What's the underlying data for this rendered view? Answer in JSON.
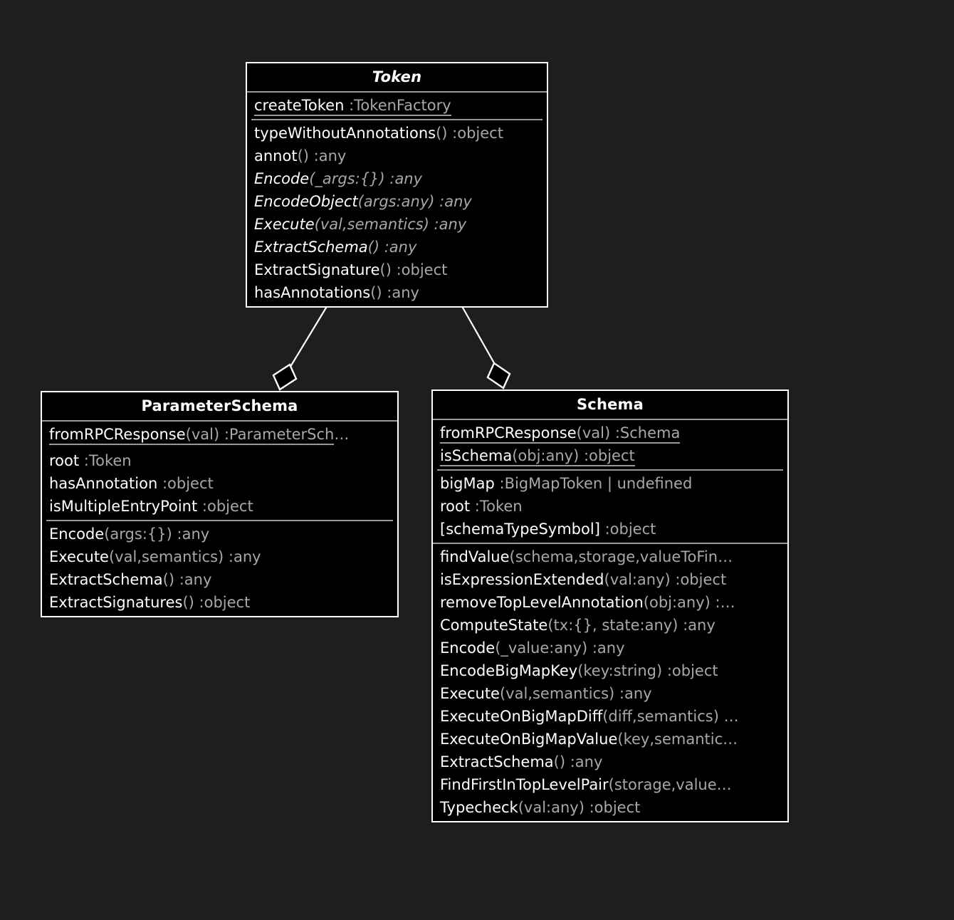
{
  "diagram": {
    "type": "uml-class-diagram",
    "background": "#1e1e1e",
    "box_fill": "#000000",
    "border_color": "#ffffff",
    "separator_color": "#9a9a9a",
    "type_text_color": "#a8a8a8"
  },
  "classes": {
    "token": {
      "name": "Token",
      "abstract": true,
      "attributes": [
        {
          "name": "createToken",
          "type": " :TokenFactory",
          "static": true,
          "abstract": false
        }
      ],
      "methods": [
        {
          "name": "typeWithoutAnnotations",
          "type": "() :object",
          "static": false,
          "abstract": false
        },
        {
          "name": "annot",
          "type": "() :any",
          "static": false,
          "abstract": false
        },
        {
          "name": "Encode",
          "type": "(_args:{}) :any",
          "static": false,
          "abstract": true
        },
        {
          "name": "EncodeObject",
          "type": "(args:any) :any",
          "static": false,
          "abstract": true
        },
        {
          "name": "Execute",
          "type": "(val,semantics) :any",
          "static": false,
          "abstract": true
        },
        {
          "name": "ExtractSchema",
          "type": "() :any",
          "static": false,
          "abstract": true
        },
        {
          "name": "ExtractSignature",
          "type": "() :object",
          "static": false,
          "abstract": false
        },
        {
          "name": "hasAnnotations",
          "type": "() :any",
          "static": false,
          "abstract": false
        }
      ]
    },
    "parameter_schema": {
      "name": "ParameterSchema",
      "abstract": false,
      "statics": [
        {
          "name": "fromRPCResponse",
          "type": "(val) :ParameterSch",
          "ellipsis": "…",
          "static": true,
          "abstract": false
        }
      ],
      "attributes": [
        {
          "name": "root",
          "type": " :Token",
          "static": false,
          "abstract": false
        },
        {
          "name": "hasAnnotation",
          "type": " :object",
          "static": false,
          "abstract": false
        },
        {
          "name": "isMultipleEntryPoint",
          "type": " :object",
          "static": false,
          "abstract": false
        }
      ],
      "methods": [
        {
          "name": "Encode",
          "type": "(args:{}) :any",
          "static": false,
          "abstract": false
        },
        {
          "name": "Execute",
          "type": "(val,semantics) :any",
          "static": false,
          "abstract": false
        },
        {
          "name": "ExtractSchema",
          "type": "() :any",
          "static": false,
          "abstract": false
        },
        {
          "name": "ExtractSignatures",
          "type": "() :object",
          "static": false,
          "abstract": false
        }
      ]
    },
    "schema": {
      "name": "Schema",
      "abstract": false,
      "statics": [
        {
          "name": "fromRPCResponse",
          "type": "(val) :Schema",
          "static": true,
          "abstract": false
        },
        {
          "name": "isSchema",
          "type": "(obj:any) :object",
          "static": true,
          "abstract": false
        }
      ],
      "attributes": [
        {
          "name": "bigMap",
          "type": " :BigMapToken | undefined",
          "static": false,
          "abstract": false
        },
        {
          "name": "root",
          "type": " :Token",
          "static": false,
          "abstract": false
        },
        {
          "name": "[schemaTypeSymbol]",
          "type": " :object",
          "static": false,
          "abstract": false
        }
      ],
      "methods": [
        {
          "name": "findValue",
          "type": "(schema,storage,valueToFin…",
          "static": false,
          "abstract": false
        },
        {
          "name": "isExpressionExtended",
          "type": "(val:any) :object",
          "static": false,
          "abstract": false
        },
        {
          "name": "removeTopLevelAnnotation",
          "type": "(obj:any) :…",
          "static": false,
          "abstract": false
        },
        {
          "name": "ComputeState",
          "type": "(tx:{}, state:any) :any",
          "static": false,
          "abstract": false
        },
        {
          "name": "Encode",
          "type": "(_value:any) :any",
          "static": false,
          "abstract": false
        },
        {
          "name": "EncodeBigMapKey",
          "type": "(key:string) :object",
          "static": false,
          "abstract": false
        },
        {
          "name": "Execute",
          "type": "(val,semantics) :any",
          "static": false,
          "abstract": false
        },
        {
          "name": "ExecuteOnBigMapDiff",
          "type": "(diff,semantics) …",
          "static": false,
          "abstract": false
        },
        {
          "name": "ExecuteOnBigMapValue",
          "type": "(key,semantic…",
          "static": false,
          "abstract": false
        },
        {
          "name": "ExtractSchema",
          "type": "() :any",
          "static": false,
          "abstract": false
        },
        {
          "name": "FindFirstInTopLevelPair",
          "type": "(storage,value…",
          "static": false,
          "abstract": false
        },
        {
          "name": "Typecheck",
          "type": "(val:any) :object",
          "static": false,
          "abstract": false
        }
      ]
    }
  },
  "relationships": [
    {
      "kind": "aggregation",
      "from": "Token",
      "to": "ParameterSchema"
    },
    {
      "kind": "aggregation",
      "from": "Token",
      "to": "Schema"
    }
  ]
}
